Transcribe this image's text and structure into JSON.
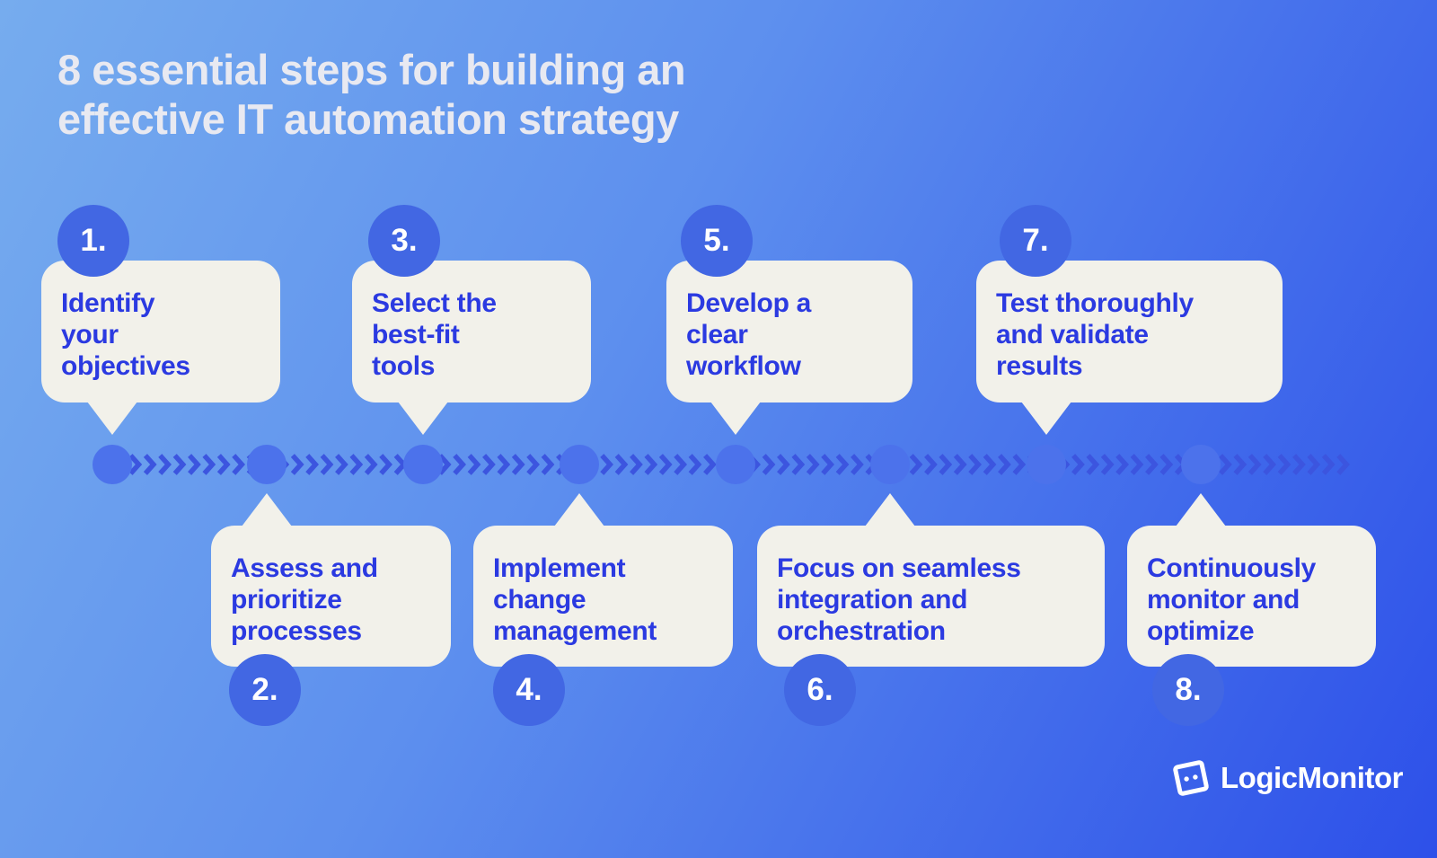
{
  "title": "8 essential steps for building an\neffective IT automation strategy",
  "steps": [
    {
      "number": "1.",
      "text": "Identify\nyour\nobjectives"
    },
    {
      "number": "2.",
      "text": "Assess and\nprioritize\nprocesses"
    },
    {
      "number": "3.",
      "text": "Select the\nbest-fit\ntools"
    },
    {
      "number": "4.",
      "text": "Implement\nchange\nmanagement"
    },
    {
      "number": "5.",
      "text": "Develop a\nclear\nworkflow"
    },
    {
      "number": "6.",
      "text": "Focus on seamless\nintegration and\norchestration"
    },
    {
      "number": "7.",
      "text": "Test thoroughly\nand validate\nresults"
    },
    {
      "number": "8.",
      "text": "Continuously\nmonitor and\noptimize"
    }
  ],
  "brand": {
    "name": "LogicMonitor"
  },
  "colors": {
    "background_top_left": "#76ACEE",
    "background_middle": "#5D8FEE",
    "background_bottom_right": "#2D50E9",
    "card_fill": "#F2F1EA",
    "step_text": "#2B3AE1",
    "badge_fill": "#4267E3",
    "badge_text": "#FFFFFF",
    "timeline_dot": "#4C72EB",
    "timeline_chevron": "#3C55DF",
    "title_text": "#E8E9F1"
  }
}
